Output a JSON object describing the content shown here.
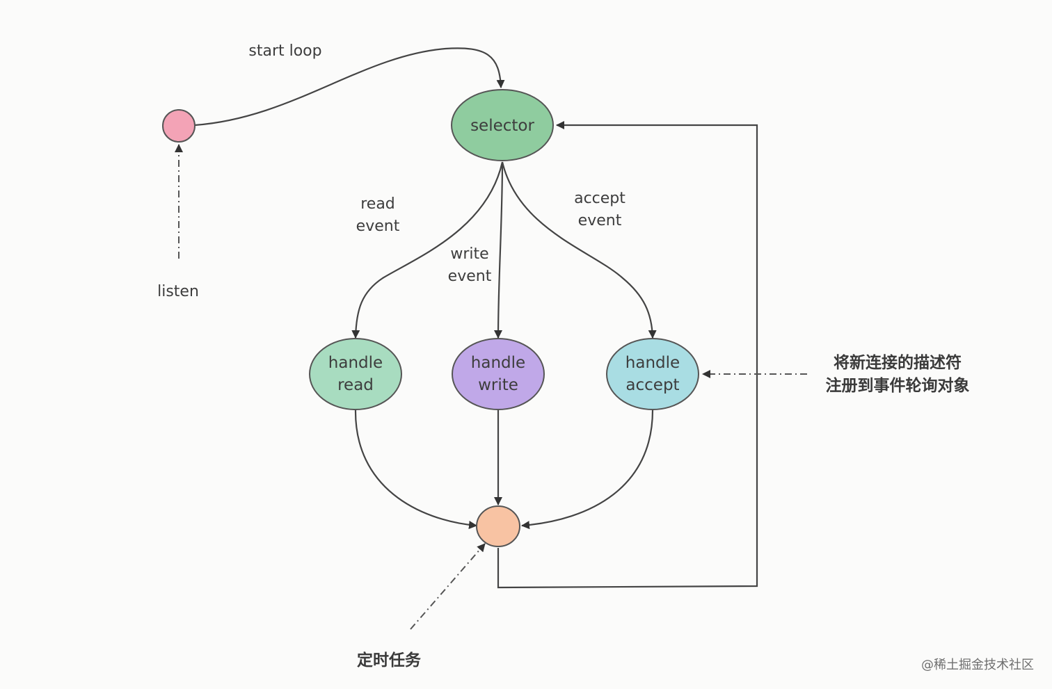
{
  "nodes": {
    "selector": {
      "label": "selector",
      "color": "#8fcc9f"
    },
    "handle_read": {
      "line1": "handle",
      "line2": "read",
      "color": "#a8dcc0"
    },
    "handle_write": {
      "line1": "handle",
      "line2": "write",
      "color": "#c0a8e8"
    },
    "handle_accept": {
      "line1": "handle",
      "line2": "accept",
      "color": "#a9dde3"
    },
    "listen_point": {
      "color": "#f3a3b6"
    },
    "timer_point": {
      "color": "#f8c3a3"
    }
  },
  "edges": {
    "start_loop": "start loop",
    "read_event": {
      "line1": "read",
      "line2": "event"
    },
    "write_event": {
      "line1": "write",
      "line2": "event"
    },
    "accept_event": {
      "line1": "accept",
      "line2": "event"
    }
  },
  "annotations": {
    "listen": "listen",
    "register": {
      "line1": "将新连接的描述符",
      "line2": "注册到事件轮询对象"
    },
    "timer_task": "定时任务"
  },
  "watermark": "@稀土掘金技术社区"
}
